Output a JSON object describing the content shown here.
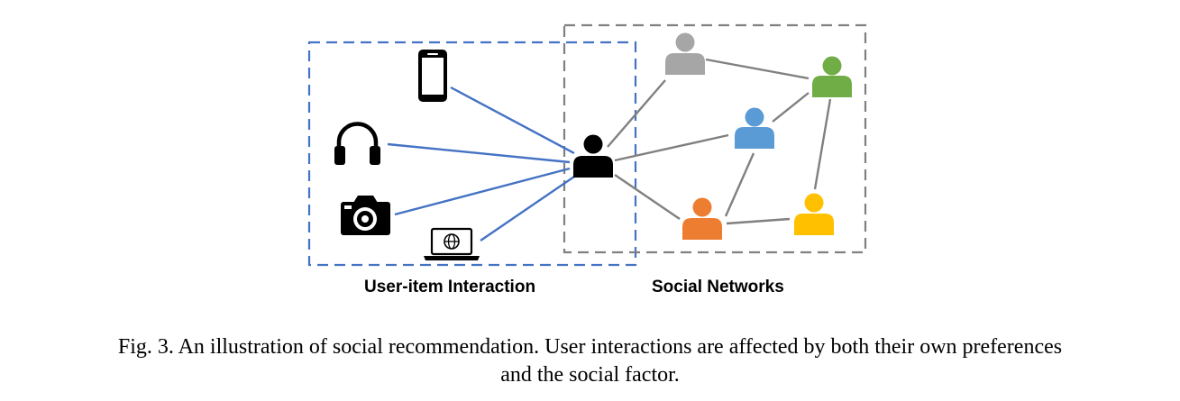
{
  "diagram": {
    "groups": [
      {
        "id": "user-item-interaction",
        "label": "User-item Interaction",
        "border_color": "#4472c4"
      },
      {
        "id": "social-networks",
        "label": "Social Networks",
        "border_color": "#808080"
      }
    ],
    "center_user": {
      "color": "#000000"
    },
    "items": [
      "smartphone-icon",
      "headphones-icon",
      "camera-icon",
      "laptop-icon"
    ],
    "social_users": [
      {
        "id": "gray-user",
        "color": "#a6a6a6"
      },
      {
        "id": "green-user",
        "color": "#70ad47"
      },
      {
        "id": "blue-user",
        "color": "#5b9bd5"
      },
      {
        "id": "orange-user",
        "color": "#ed7d31"
      },
      {
        "id": "yellow-user",
        "color": "#ffc000"
      }
    ],
    "interaction_edge_color": "#4472c4",
    "social_edge_color": "#808080"
  },
  "caption": {
    "line1": "Fig. 3.  An illustration of social recommendation. User interactions are affected by both their own preferences",
    "line2": "and the social factor."
  }
}
